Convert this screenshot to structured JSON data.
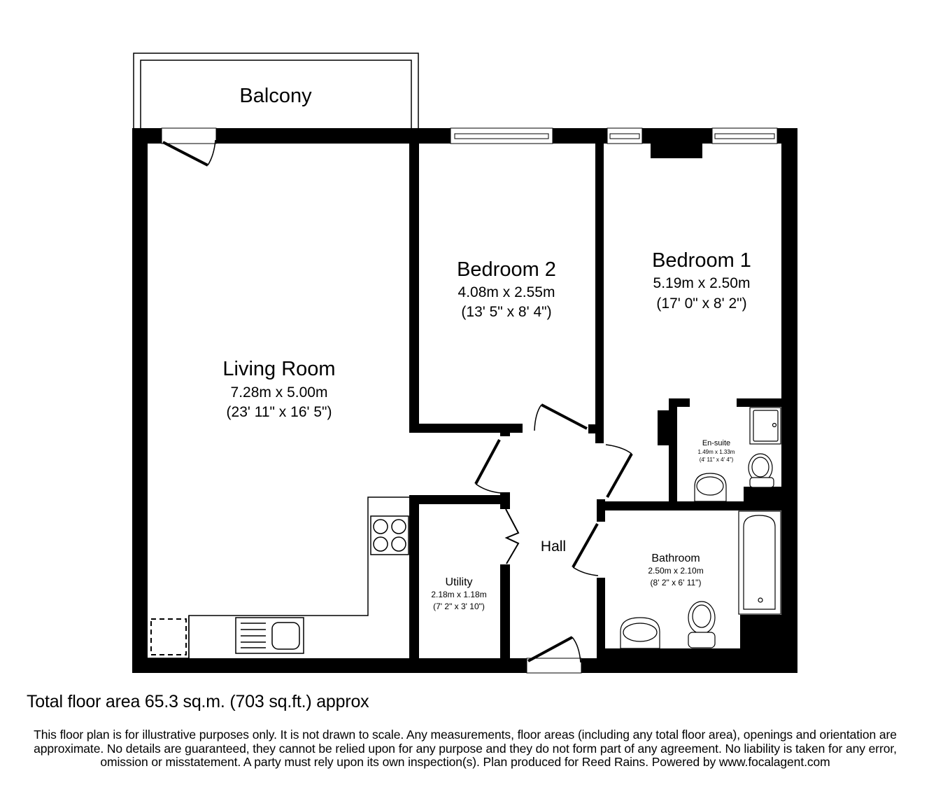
{
  "plan": {
    "wall_color": "#000000",
    "background_color": "#ffffff",
    "rooms": {
      "balcony": {
        "name": "Balcony"
      },
      "living_room": {
        "name": "Living Room",
        "metric": "7.28m x 5.00m",
        "imperial": "(23' 11\" x 16' 5\")"
      },
      "bedroom_2": {
        "name": "Bedroom 2",
        "metric": "4.08m x 2.55m",
        "imperial": "(13' 5\" x 8' 4\")"
      },
      "bedroom_1": {
        "name": "Bedroom 1",
        "metric": "5.19m x 2.50m",
        "imperial": "(17' 0\" x 8' 2\")"
      },
      "en_suite": {
        "name": "En-suite",
        "metric": "1.49m x 1.33m",
        "imperial": "(4' 11\" x 4' 4\")"
      },
      "hall": {
        "name": "Hall"
      },
      "utility": {
        "name": "Utility",
        "metric": "2.18m x 1.18m",
        "imperial": "(7' 2\" x 3' 10\")"
      },
      "bathroom": {
        "name": "Bathroom",
        "metric": "2.50m x 2.10m",
        "imperial": "(8' 2\" x 6' 11\")"
      }
    },
    "fixtures": [
      "hob-icon",
      "sink-icon",
      "appliance-space-icon",
      "shower-tray-icon",
      "toilet-icon",
      "basin-icon",
      "bath-icon",
      "window-icon",
      "door-swing-icon"
    ]
  },
  "footer": {
    "total_area": "Total floor area 65.3 sq.m. (703 sq.ft.) approx",
    "disclaimer": "This floor plan is for illustrative purposes only. It is not drawn to scale. Any measurements, floor areas (including any total floor area), openings and orientation are approximate. No details are guaranteed, they cannot be relied upon for any purpose and they do not form part of any agreement. No liability is taken for any error, omission or misstatement. A party must rely upon its own inspection(s). Plan produced for Reed Rains. Powered by www.focalagent.com"
  }
}
